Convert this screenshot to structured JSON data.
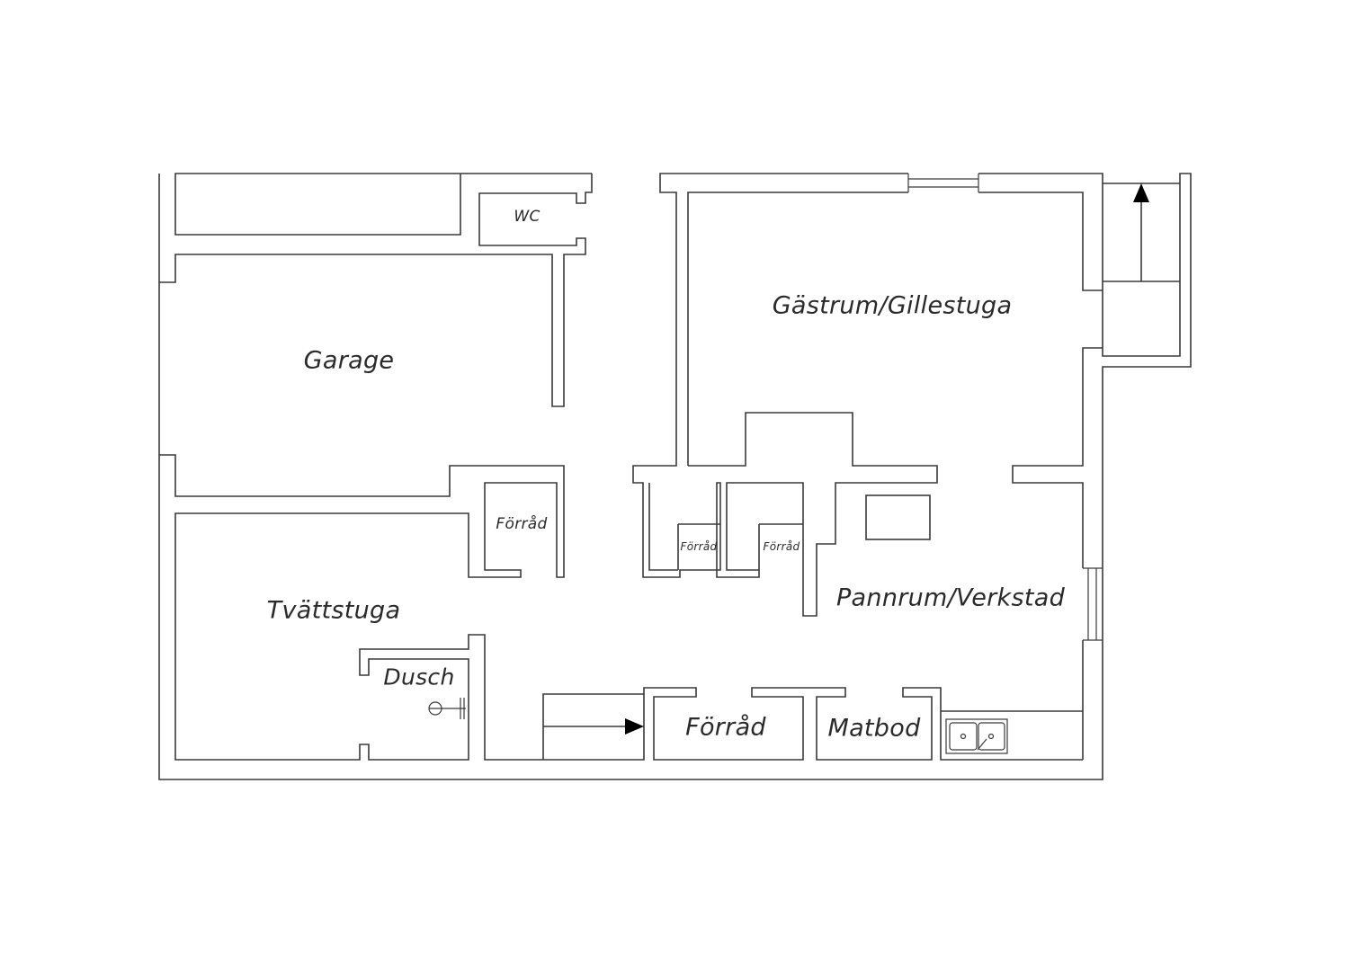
{
  "rooms": {
    "wc": "WC",
    "garage": "Garage",
    "gastrum": "Gästrum/Gillestuga",
    "forrad_left": "Förråd",
    "forrad_mid1": "Förråd",
    "forrad_mid2": "Förråd",
    "tvattstuga": "Tvättstuga",
    "pannrum": "Pannrum/Verkstad",
    "dusch": "Dusch",
    "forrad_bottom": "Förråd",
    "matbod": "Matbod"
  },
  "style": {
    "wall_color": "#3a3a3a",
    "background": "#ffffff"
  }
}
